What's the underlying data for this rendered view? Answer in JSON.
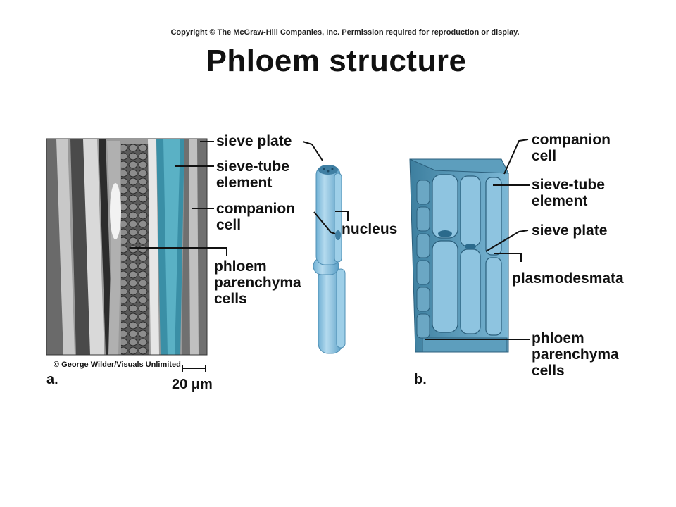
{
  "header": {
    "copyright": "Copyright © The McGraw-Hill Companies, Inc. Permission required for reproduction or display.",
    "title": "Phloem structure"
  },
  "panel_a": {
    "letter": "a.",
    "credit": "© George Wilder/Visuals Unlimited",
    "scale_bar": "20 μm",
    "labels": {
      "sieve_plate": "sieve plate",
      "sieve_tube_element": "sieve-tube\nelement",
      "companion_cell": "companion\ncell",
      "phloem_parenchyma": "phloem\nparenchyma\ncells"
    }
  },
  "middle": {
    "nucleus": "nucleus"
  },
  "panel_b": {
    "letter": "b.",
    "labels": {
      "companion_cell": "companion\ncell",
      "sieve_tube_element": "sieve-tube\nelement",
      "sieve_plate": "sieve plate",
      "plasmodesmata": "plasmodesmata",
      "phloem_parenchyma": "phloem\nparenchyma\ncells"
    }
  },
  "colors": {
    "cell_blue": "#8ec4e0",
    "cell_blue_dark": "#3f8fb5",
    "micrograph_teal": "#3a8fa6"
  }
}
